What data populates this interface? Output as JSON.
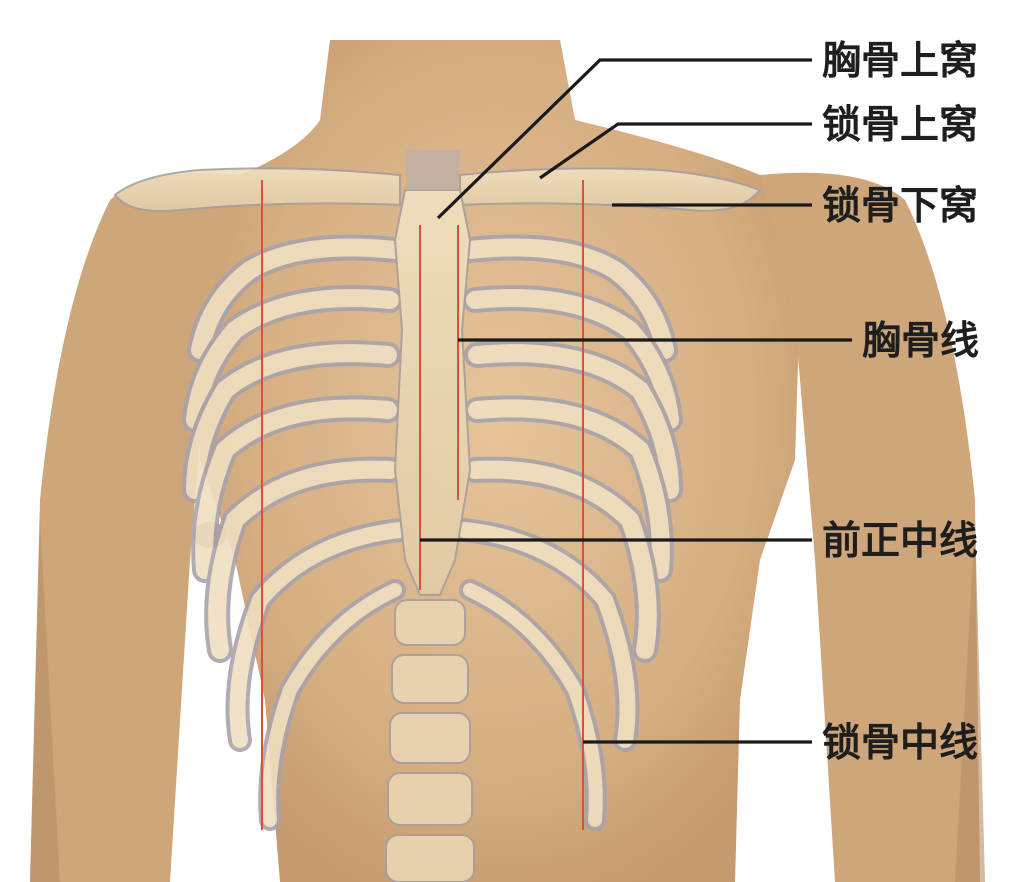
{
  "labels": {
    "suprasternal_fossa": "胸骨上窝",
    "supraclavicular_fossa": "锁骨上窝",
    "infraclavicular_fossa": "锁骨下窝",
    "sternal_line": "胸骨线",
    "anterior_midline": "前正中线",
    "midclavicular_line": "锁骨中线"
  },
  "colors": {
    "skin": "#d9b489",
    "bone": "#ecd9b8",
    "bone_shadow": "#a8a0a8",
    "guide_line": "#d2553b",
    "leader_line": "#1a1a1a"
  }
}
